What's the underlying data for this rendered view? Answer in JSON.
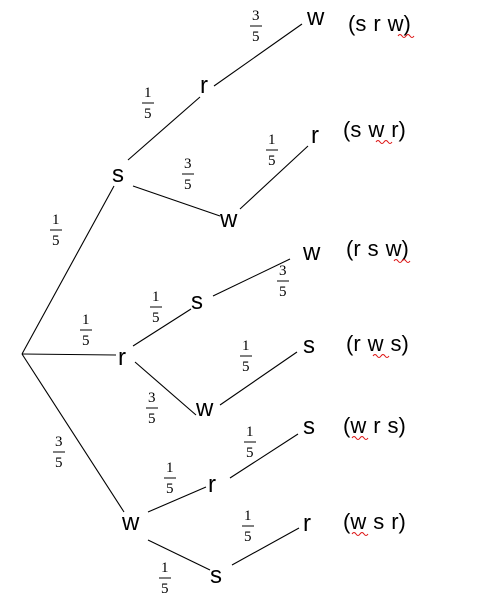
{
  "tree": {
    "edge_probabilities": {
      "root_s": {
        "num": "1",
        "den": "5"
      },
      "root_r": {
        "num": "1",
        "den": "5"
      },
      "root_w": {
        "num": "3",
        "den": "5"
      },
      "s_r": {
        "num": "1",
        "den": "5"
      },
      "s_w": {
        "num": "3",
        "den": "5"
      },
      "sr_w": {
        "num": "3",
        "den": "5"
      },
      "sw_r": {
        "num": "1",
        "den": "5"
      },
      "r_s": {
        "num": "1",
        "den": "5"
      },
      "r_w": {
        "num": "3",
        "den": "5"
      },
      "rs_w": {
        "num": "3",
        "den": "5"
      },
      "rw_s": {
        "num": "1",
        "den": "5"
      },
      "w_r": {
        "num": "1",
        "den": "5"
      },
      "w_s": {
        "num": "1",
        "den": "5"
      },
      "wr_s": {
        "num": "1",
        "den": "5"
      },
      "ws_r": {
        "num": "1",
        "den": "5"
      }
    },
    "nodes": {
      "s1": "s",
      "r1": "r",
      "w1": "w",
      "s1_r": "r",
      "s1_w": "w",
      "s1_r_w": "w",
      "s1_w_r": "r",
      "r1_s": "s",
      "r1_w": "w",
      "r1_s_w": "w",
      "r1_w_s": "s",
      "w1_r": "r",
      "w1_s": "s",
      "w1_r_s": "s",
      "w1_s_r": "r"
    },
    "outcomes": [
      {
        "open": "(",
        "items": [
          "s",
          "r",
          "w"
        ],
        "close": ")"
      },
      {
        "open": "(",
        "items": [
          "s",
          "w",
          "r"
        ],
        "close": ")"
      },
      {
        "open": "(",
        "items": [
          "r",
          "s",
          "w"
        ],
        "close": ")"
      },
      {
        "open": "(",
        "items": [
          "r",
          "w",
          "s"
        ],
        "close": ")"
      },
      {
        "open": "(",
        "items": [
          "w",
          "r",
          "s"
        ],
        "close": ")"
      },
      {
        "open": "(",
        "items": [
          "w",
          "s",
          "r"
        ],
        "close": ")"
      }
    ]
  }
}
